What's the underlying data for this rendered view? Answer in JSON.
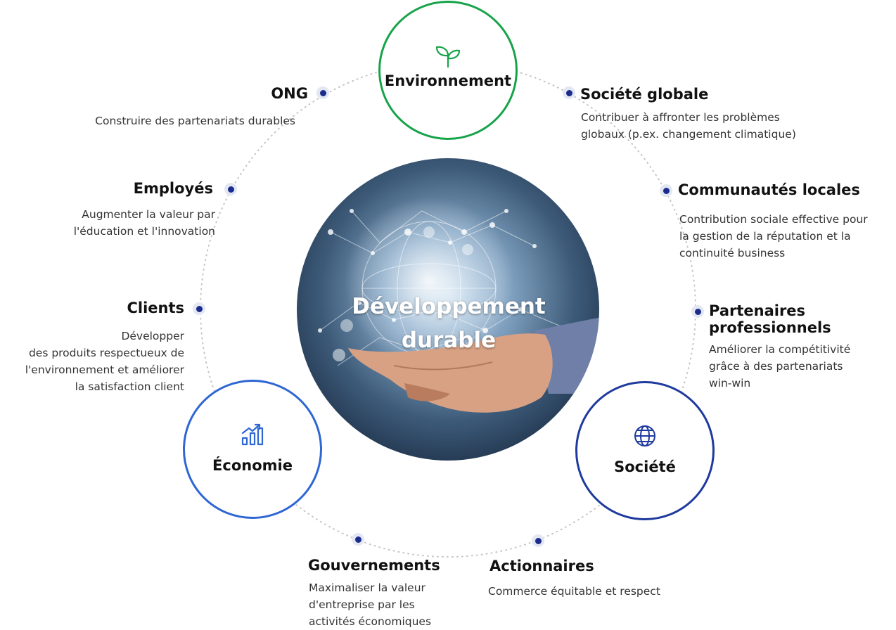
{
  "center": {
    "line1": "Développement",
    "line2": "durable"
  },
  "pillars": {
    "environment": {
      "label": "Environnement",
      "icon": "sprout-icon",
      "color": "#17a34a"
    },
    "economy": {
      "label": "Économie",
      "icon": "growth-chart-icon",
      "color": "#2e66d3"
    },
    "society": {
      "label": "Société",
      "icon": "globe-icon",
      "color": "#1f3a9e"
    }
  },
  "stakeholders": {
    "ngo": {
      "title": "ONG",
      "desc": [
        "Construire des partenariats durables"
      ]
    },
    "employees": {
      "title": "Employés",
      "desc": [
        "Augmenter la valeur par",
        "l'éducation et l'innovation"
      ]
    },
    "customers": {
      "title": "Clients",
      "desc": [
        "Développer",
        "des produits respectueux de",
        "l'environnement et améliorer",
        "la satisfaction client"
      ]
    },
    "global_society": {
      "title": "Société globale",
      "desc": [
        "Contribuer à affronter les problèmes",
        "globaux (p.ex. changement climatique)"
      ]
    },
    "local_communities": {
      "title": "Communautés locales",
      "desc": [
        "Contribution sociale effective pour",
        "la gestion de la réputation et la",
        "continuité business"
      ]
    },
    "business_partners": {
      "title_lines": [
        "Partenaires",
        "professionnels"
      ],
      "desc": [
        "Améliorer la compétitivité",
        "grâce à des partenariats",
        "win-win"
      ]
    },
    "governments": {
      "title": "Gouvernements",
      "desc": [
        "Maximaliser la valeur",
        "d'entreprise par les",
        "activités économiques"
      ]
    },
    "shareholders": {
      "title": "Actionnaires",
      "desc": [
        "Commerce équitable et respect"
      ]
    }
  },
  "colors": {
    "dot": "#1b2c8e",
    "ring": "#c4c4c4",
    "text": "#111111"
  }
}
